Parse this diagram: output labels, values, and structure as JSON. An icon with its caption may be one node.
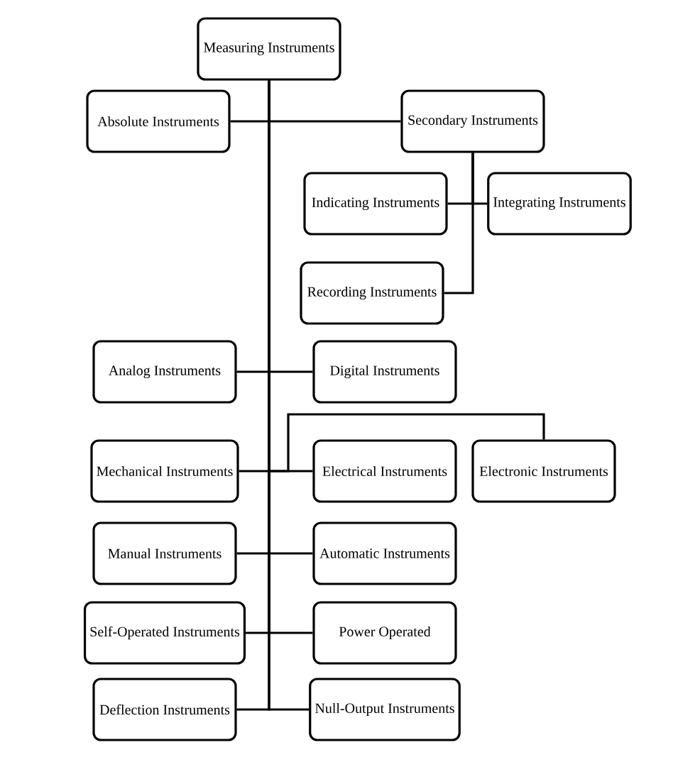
{
  "diagram": {
    "nodes": [
      {
        "text": [
          "Measuring Instruments"
        ]
      },
      {
        "text": [
          "Absolute Instruments"
        ]
      },
      {
        "text": [
          "Secondary Instruments"
        ]
      },
      {
        "text": [
          "Indicating Instruments"
        ]
      },
      {
        "text": [
          "Integrating Instruments"
        ]
      },
      {
        "text": [
          "Recording Instruments"
        ]
      },
      {
        "text": [
          "Analog Instruments"
        ]
      },
      {
        "text": [
          "Digital Instruments"
        ]
      },
      {
        "text": [
          "Mechanical Instruments"
        ]
      },
      {
        "text": [
          "Electrical Instruments"
        ]
      },
      {
        "text": [
          "Electronic Instruments"
        ]
      },
      {
        "text": [
          "Manual Instruments"
        ]
      },
      {
        "text": [
          "Automatic Instruments"
        ]
      },
      {
        "text": [
          "Self-Operated Instruments"
        ]
      },
      {
        "text": [
          "Power Operated"
        ]
      },
      {
        "text": [
          "Deflection Instruments"
        ]
      },
      {
        "text": [
          "Null-Output Instruments"
        ]
      }
    ],
    "edges": [
      {
        "from": 0,
        "to": 1,
        "arrow": "none"
      },
      {
        "from": 0,
        "to": 2,
        "arrow": "none"
      },
      {
        "from": 2,
        "to": 3,
        "arrow": "none"
      },
      {
        "from": 2,
        "to": 4,
        "arrow": "none"
      },
      {
        "from": 2,
        "to": 5,
        "arrow": "none"
      },
      {
        "from": 0,
        "to": 6,
        "arrow": "none"
      },
      {
        "from": 0,
        "to": 7,
        "arrow": "none"
      },
      {
        "from": 0,
        "to": 8,
        "arrow": "none"
      },
      {
        "from": 0,
        "to": 9,
        "arrow": "none"
      },
      {
        "from": 0,
        "to": 10,
        "arrow": "none"
      },
      {
        "from": 0,
        "to": 11,
        "arrow": "none"
      },
      {
        "from": 0,
        "to": 12,
        "arrow": "none"
      },
      {
        "from": 0,
        "to": 13,
        "arrow": "none"
      },
      {
        "from": 0,
        "to": 14,
        "arrow": "none"
      },
      {
        "from": 0,
        "to": 15,
        "arrow": "none"
      },
      {
        "from": 0,
        "to": 16,
        "arrow": "none"
      }
    ]
  }
}
